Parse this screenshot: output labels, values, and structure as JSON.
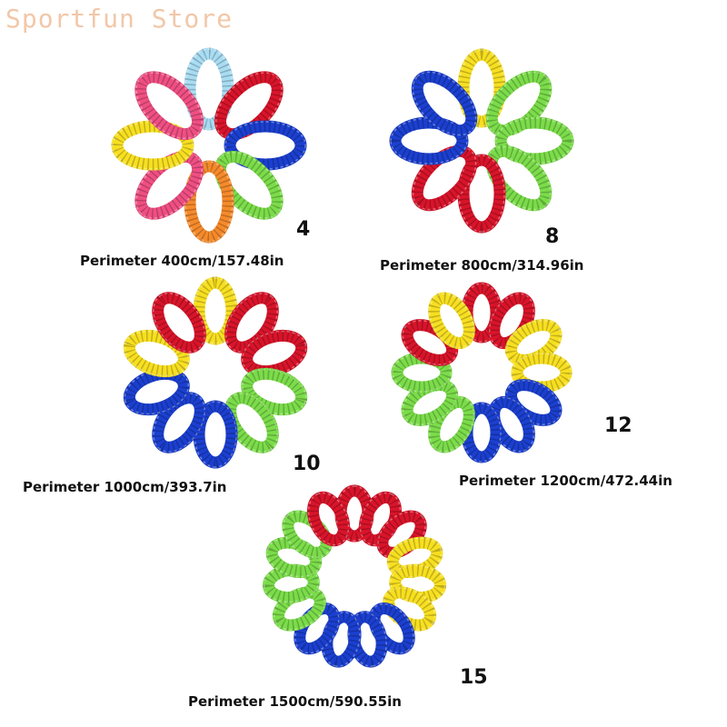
{
  "watermark": "Sportfun Store",
  "colors": {
    "blue": "#1b3fcf",
    "yellow": "#f7df21",
    "red": "#d8142a",
    "green": "#7bdc4a",
    "pink": "#ef4f83",
    "orange": "#f58a2b",
    "lightblue": "#a8dcf2"
  },
  "products": [
    {
      "count": "4",
      "perimeter": "Perimeter 400cm/157.48in",
      "loop_colors": [
        "lightblue",
        "red",
        "blue",
        "green",
        "orange",
        "pink",
        "yellow",
        "pink"
      ]
    },
    {
      "count": "8",
      "perimeter": "Perimeter 800cm/314.96in",
      "loop_colors": [
        "yellow",
        "green",
        "green",
        "green",
        "red",
        "red",
        "blue",
        "blue"
      ]
    },
    {
      "count": "10",
      "perimeter": "Perimeter 1000cm/393.7in",
      "loop_colors": [
        "yellow",
        "red",
        "red",
        "green",
        "green",
        "blue",
        "blue",
        "blue",
        "yellow",
        "red"
      ]
    },
    {
      "count": "12",
      "perimeter": "Perimeter 1200cm/472.44in",
      "loop_colors": [
        "red",
        "red",
        "yellow",
        "yellow",
        "blue",
        "blue",
        "blue",
        "green",
        "green",
        "green",
        "red",
        "yellow"
      ]
    },
    {
      "count": "15",
      "perimeter": "Perimeter 1500cm/590.55in",
      "loop_colors": [
        "red",
        "red",
        "red",
        "yellow",
        "yellow",
        "yellow",
        "blue",
        "blue",
        "blue",
        "blue",
        "green",
        "green",
        "green",
        "green",
        "red"
      ]
    }
  ]
}
